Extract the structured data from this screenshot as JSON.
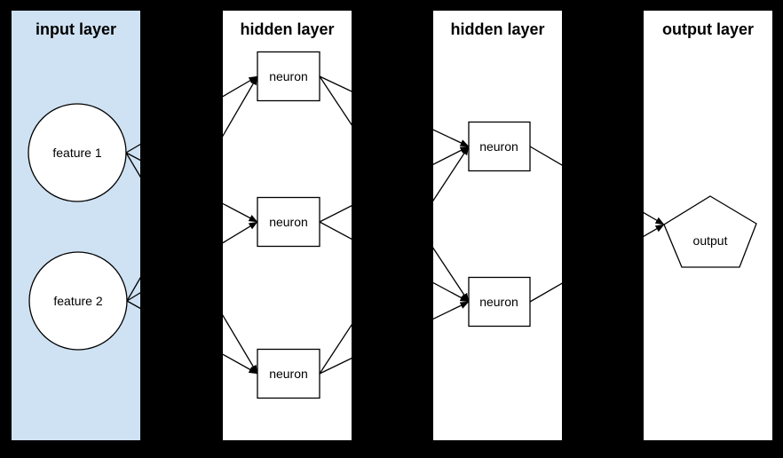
{
  "diagram_type": "neural-network-architecture",
  "colors": {
    "canvas_bg": "#000000",
    "input_layer_bg": "#cfe2f3",
    "layer_bg": "#ffffff",
    "node_fill": "#ffffff",
    "line_color": "#000000",
    "text_color": "#000000"
  },
  "layers": [
    {
      "id": "input",
      "title": "input layer"
    },
    {
      "id": "hidden1",
      "title": "hidden layer"
    },
    {
      "id": "hidden2",
      "title": "hidden layer"
    },
    {
      "id": "output",
      "title": "output layer"
    }
  ],
  "nodes": {
    "feature1": {
      "label": "feature 1",
      "shape": "circle",
      "layer": "input"
    },
    "feature2": {
      "label": "feature 2",
      "shape": "circle",
      "layer": "input"
    },
    "hidden1_neuron1": {
      "label": "neuron",
      "shape": "rectangle",
      "layer": "hidden1"
    },
    "hidden1_neuron2": {
      "label": "neuron",
      "shape": "rectangle",
      "layer": "hidden1"
    },
    "hidden1_neuron3": {
      "label": "neuron",
      "shape": "rectangle",
      "layer": "hidden1"
    },
    "hidden2_neuron1": {
      "label": "neuron",
      "shape": "rectangle",
      "layer": "hidden2"
    },
    "hidden2_neuron2": {
      "label": "neuron",
      "shape": "rectangle",
      "layer": "hidden2"
    },
    "output_node": {
      "label": "output",
      "shape": "pentagon",
      "layer": "output"
    }
  },
  "connections": [
    {
      "from": "feature1",
      "to": "hidden1_neuron1"
    },
    {
      "from": "feature1",
      "to": "hidden1_neuron2"
    },
    {
      "from": "feature1",
      "to": "hidden1_neuron3"
    },
    {
      "from": "feature2",
      "to": "hidden1_neuron1"
    },
    {
      "from": "feature2",
      "to": "hidden1_neuron2"
    },
    {
      "from": "feature2",
      "to": "hidden1_neuron3"
    },
    {
      "from": "hidden1_neuron1",
      "to": "hidden2_neuron1"
    },
    {
      "from": "hidden1_neuron1",
      "to": "hidden2_neuron2"
    },
    {
      "from": "hidden1_neuron2",
      "to": "hidden2_neuron1"
    },
    {
      "from": "hidden1_neuron2",
      "to": "hidden2_neuron2"
    },
    {
      "from": "hidden1_neuron3",
      "to": "hidden2_neuron1"
    },
    {
      "from": "hidden1_neuron3",
      "to": "hidden2_neuron2"
    },
    {
      "from": "hidden2_neuron1",
      "to": "output_node"
    },
    {
      "from": "hidden2_neuron2",
      "to": "output_node"
    }
  ]
}
